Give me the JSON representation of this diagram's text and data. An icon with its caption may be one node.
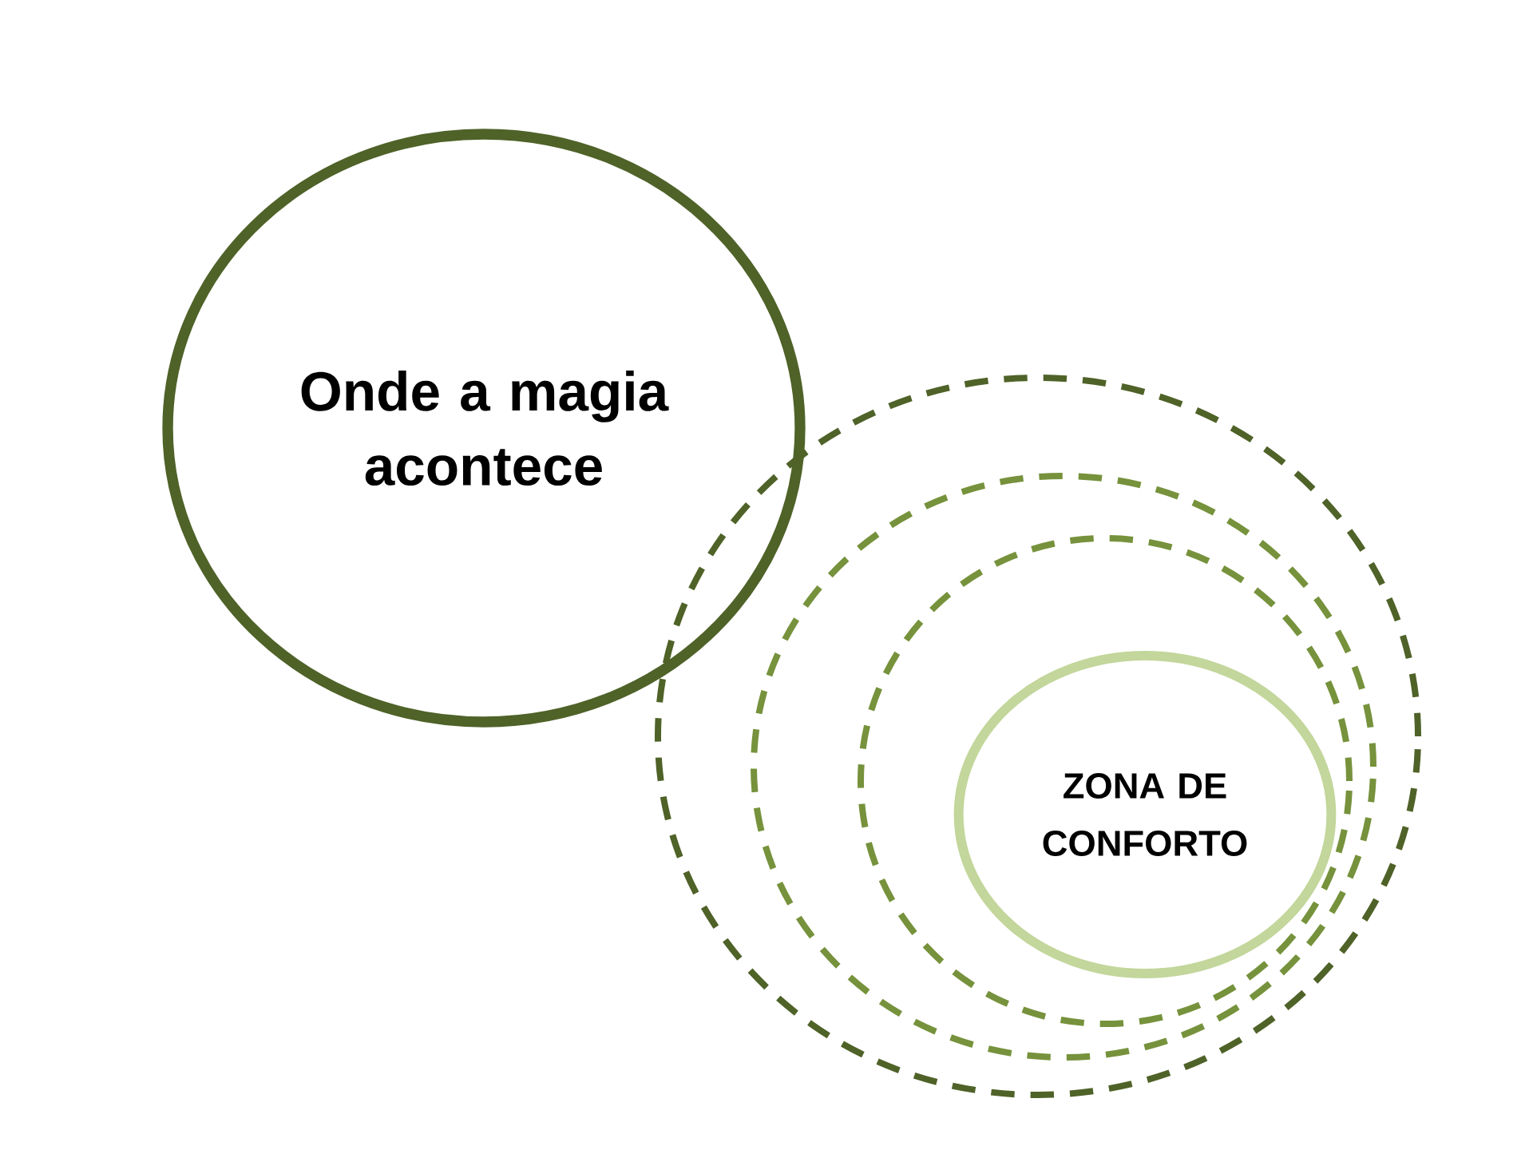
{
  "diagram": {
    "nodes": [
      {
        "text": [
          "Onde a magia acontece"
        ]
      },
      {
        "text": [],
        "shape": "circle"
      },
      {
        "text": [],
        "shape": "circle",
        "in": 1
      },
      {
        "text": [],
        "shape": "circle",
        "in": 2
      },
      {
        "text": [
          "ZONA DE CONFORTO"
        ],
        "in": 3
      }
    ]
  }
}
